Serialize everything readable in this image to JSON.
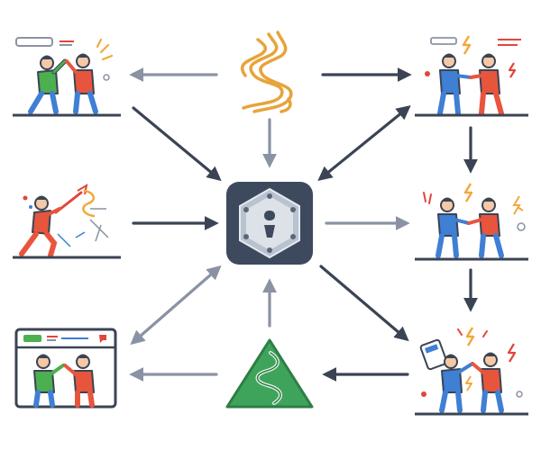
{
  "diagram": {
    "center": {
      "icon": "shield-keyhole-icon"
    },
    "nodes": [
      {
        "id": "top-center",
        "icon": "river-path-icon",
        "color": "#E8A33A"
      },
      {
        "id": "top-left",
        "icon": "people-high-five-icon"
      },
      {
        "id": "top-right",
        "icon": "people-arguing-icon"
      },
      {
        "id": "middle-left",
        "icon": "person-running-arrow-icon"
      },
      {
        "id": "middle-right",
        "icon": "people-confrontation-icon"
      },
      {
        "id": "bottom-left",
        "icon": "browser-window-handshake-icon"
      },
      {
        "id": "bottom-center",
        "icon": "mountain-path-icon",
        "color": "#3FA45B"
      },
      {
        "id": "bottom-right",
        "icon": "people-conflict-escalation-icon"
      }
    ],
    "colors": {
      "arrow_dark": "#3B4454",
      "arrow_light": "#8A93A3",
      "hexagon_fill": "#3D4A5E",
      "ground": "#3B4454",
      "person_green": "#4CAF50",
      "person_red": "#E8553D",
      "person_blue": "#3F7FD4",
      "spark": "#F2A93B",
      "alert": "#E0463A"
    }
  }
}
